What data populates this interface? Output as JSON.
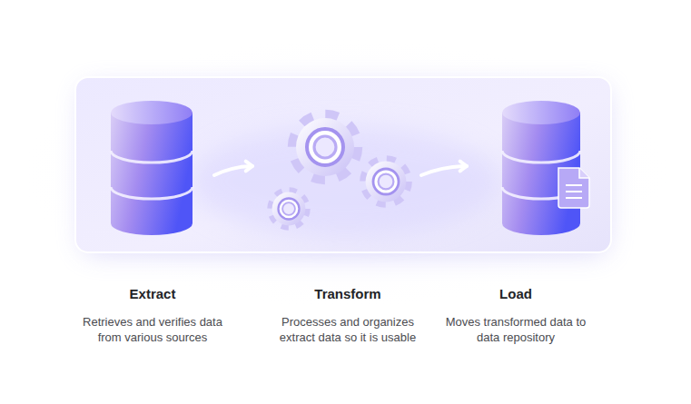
{
  "diagram": {
    "nodes": [
      {
        "text": [
          "Extract",
          "Retrieves and verifies data from various sources"
        ]
      },
      {
        "text": [
          "Transform",
          "Processes and organizes extract data so it is usable"
        ]
      },
      {
        "text": [
          "Load",
          "Moves transformed data to data repository"
        ]
      }
    ],
    "edges": [
      {
        "from": 0,
        "to": 1,
        "arrow": "to"
      },
      {
        "from": 1,
        "to": 2,
        "arrow": "to"
      }
    ]
  }
}
